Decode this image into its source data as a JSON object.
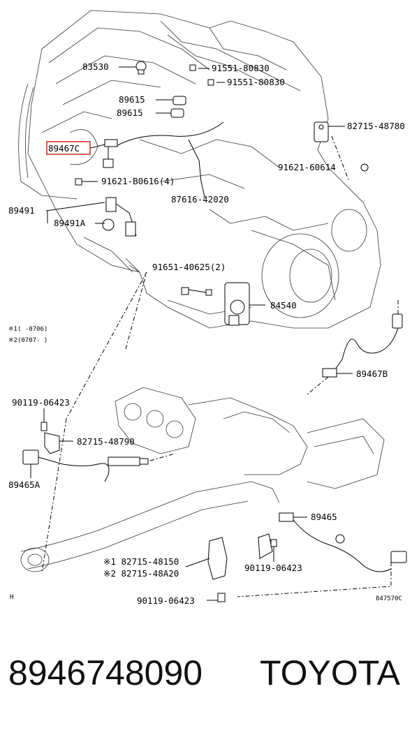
{
  "labels": {
    "p83530": "83530",
    "p91551a": "91551-80830",
    "p91551b": "91551-80830",
    "p89615a": "89615",
    "p89615b": "89615",
    "p82715_48780": "82715-48780",
    "p89467c": "89467C",
    "p91621_60614": "91621-60614",
    "p91621_b0616": "91621-B0616(4)",
    "p87616": "87616-42020",
    "p89491": "89491",
    "p89491a": "89491A",
    "p91651": "91651-40625(2)",
    "p84540": "84540",
    "note1": "※1(    -0706)",
    "note2": "※2(0707-    )",
    "p89467b": "89467B",
    "p90119a": "90119-06423",
    "p82715_48790": "82715-48790",
    "p89465a": "89465A",
    "p89465": "89465",
    "p82715_48150": "※1 82715-48150",
    "p82715_48a20": "※2 82715-48A20",
    "p90119b": "90119-06423",
    "p90119c": "90119-06423",
    "h_mark": "H",
    "ref": "847570C"
  },
  "caption": {
    "part_number": "8946748090",
    "brand": "TOYOTA"
  },
  "colors": {
    "highlight": "#e03030"
  }
}
